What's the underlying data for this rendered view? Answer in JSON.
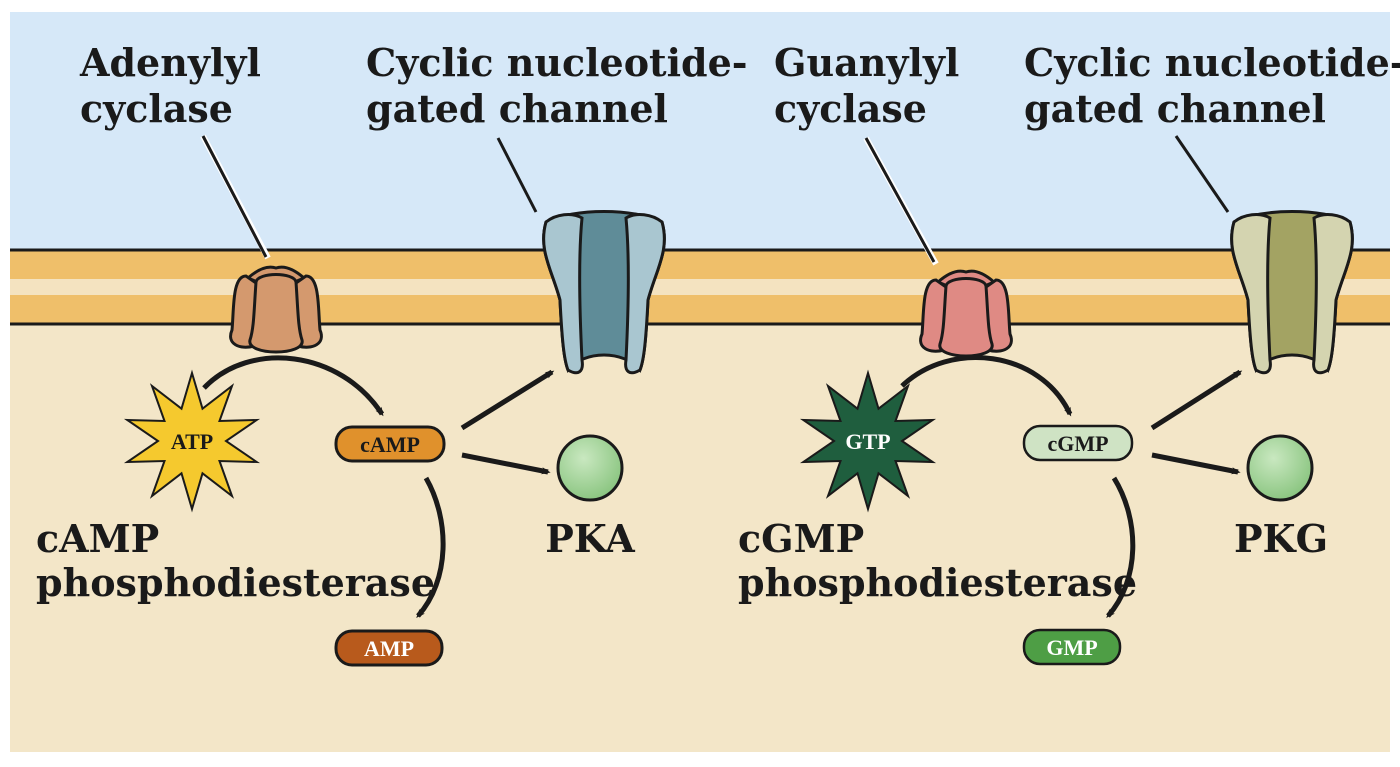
{
  "title": "Cyclic nucleotide signaling: cAMP and cGMP pathways",
  "colors": {
    "extracellular": "#d6e8f8",
    "cytoplasm": "#f3e6c8",
    "membrane_outer": "#efbf6a",
    "membrane_inner": "#f4e3c0",
    "adenylyl_cyclase": "#d4996e",
    "guanylyl_cyclase": "#df8a84",
    "cng_channel_1_light": "#a9c6d0",
    "cng_channel_1_dark": "#5f8c98",
    "cng_channel_2_light": "#d4d4b0",
    "cng_channel_2_dark": "#a3a363",
    "atp": "#f5c92e",
    "gtp": "#1f5e3e",
    "camp": "#e0912c",
    "amp": "#b85a1c",
    "cgmp": "#cfe3c4",
    "gmp": "#4e9e45",
    "kinase": "#9fd195"
  },
  "left_pathway": {
    "enzyme_label": [
      "Adenylyl",
      "cyclase"
    ],
    "channel_label": [
      "Cyclic nucleotide-",
      "gated channel"
    ],
    "substrate": "ATP",
    "second_messenger": "cAMP",
    "product": "AMP",
    "kinase": "PKA",
    "phosphodiesterase_label": [
      "cAMP",
      "phosphodiesterase"
    ]
  },
  "right_pathway": {
    "enzyme_label": [
      "Guanylyl",
      "cyclase"
    ],
    "channel_label": [
      "Cyclic nucleotide-",
      "gated channel"
    ],
    "substrate": "GTP",
    "second_messenger": "cGMP",
    "product": "GMP",
    "kinase": "PKG",
    "phosphodiesterase_label": [
      "cGMP",
      "phosphodiesterase"
    ]
  }
}
